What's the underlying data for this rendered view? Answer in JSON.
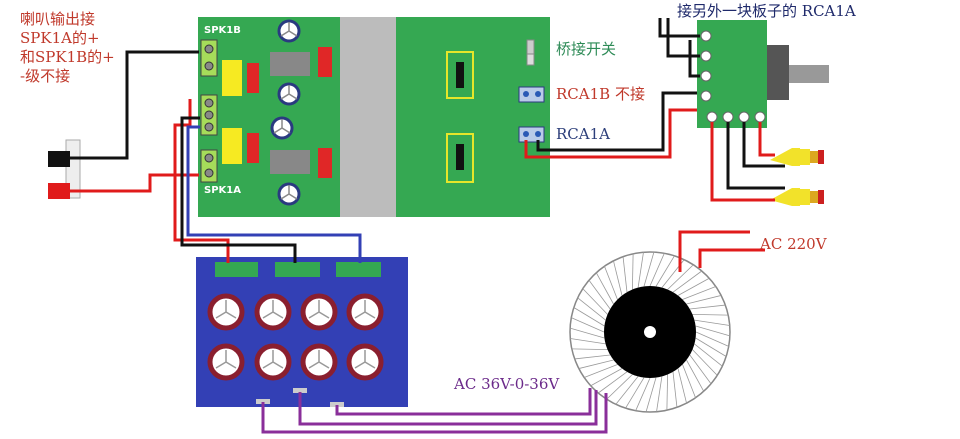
{
  "labels": {
    "speaker_note": [
      "喇叭输出接",
      "SPK1A的+",
      "和SPK1B的+",
      "-级不接"
    ],
    "spk1b": "SPK1B",
    "spk1a": "SPK1A",
    "bridge_switch": "桥接开关",
    "rca1b_note": "RCA1B 不接",
    "rca1a": "RCA1A",
    "other_board": "接另外一块板子的 RCA1A",
    "ac_220": "AC 220V",
    "ac_36": "AC 36V-0-36V"
  },
  "colors": {
    "speaker_note": "#c0392b",
    "bridge_switch": "#2e8b57",
    "rca_labels": "#2c3e7a",
    "other_board": "#1f2a6b",
    "ac_220": "#c0392b",
    "ac_36": "#6b2a8a",
    "board_green": "#35a852",
    "psu_blue": "#3340b5"
  }
}
